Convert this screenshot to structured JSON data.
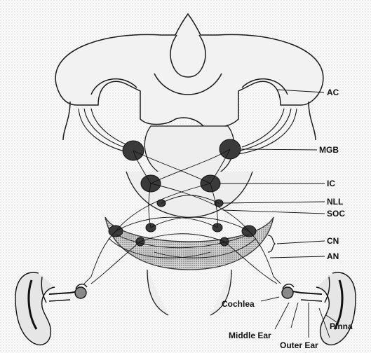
{
  "labels": {
    "ac": "AC",
    "mgb": "MGB",
    "ic": "IC",
    "nll": "NLL",
    "soc": "SOC",
    "cn": "CN",
    "an": "AN",
    "cochlea": "Cochlea",
    "middle_ear": "Middle Ear",
    "outer_ear": "Outer Ear",
    "pinna": "Pinna"
  },
  "colors": {
    "background": "#ffffff",
    "stipple": "#9a9a9a",
    "outline": "#1a1a1a",
    "nucleus": "#3a3a3a"
  }
}
